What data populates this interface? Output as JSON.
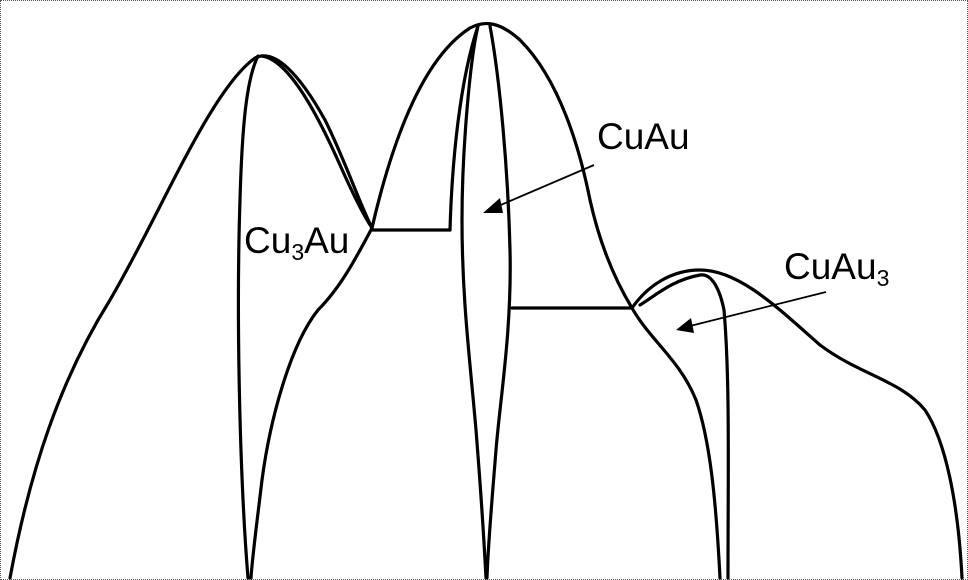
{
  "labels": {
    "cu3au": {
      "base": "Cu",
      "sub": "3",
      "tail": "Au"
    },
    "cuau": {
      "base": "CuAu",
      "sub": "",
      "tail": ""
    },
    "cuau3": {
      "base": "CuAu",
      "sub": "3",
      "tail": ""
    }
  },
  "colors": {
    "line": "#000000",
    "background": "#ffffff"
  }
}
